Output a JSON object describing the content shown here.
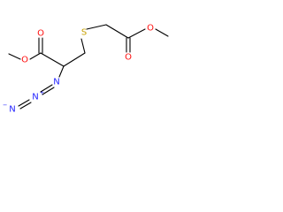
{
  "molecule": {
    "atoms": {
      "ester_o_left": {
        "label": "O",
        "color": "#ff0d0d"
      },
      "carbonyl_o_left": {
        "label": "O",
        "color": "#ff0d0d"
      },
      "sulfur": {
        "label": "S",
        "color": "#c8a000"
      },
      "carbonyl_o_right": {
        "label": "O",
        "color": "#ff0d0d"
      },
      "ester_o_right": {
        "label": "O",
        "color": "#ff0d0d"
      },
      "azide_n1": {
        "label": "N",
        "color": "#1f1fff"
      },
      "azide_n2": {
        "label": "N",
        "charge": "+",
        "color": "#1f1fff"
      },
      "azide_n3": {
        "label": "N",
        "charge": "−",
        "color": "#1f1fff"
      }
    }
  }
}
